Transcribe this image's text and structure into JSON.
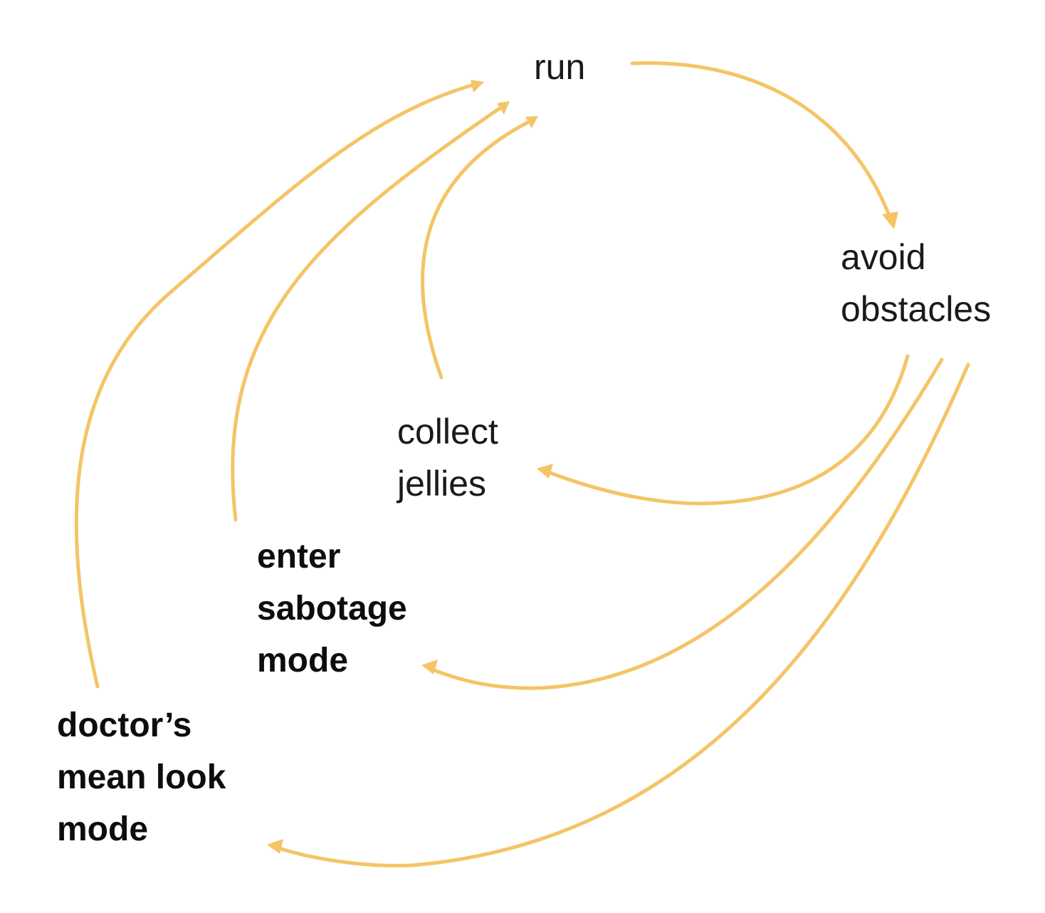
{
  "diagram": {
    "edge_color": "#F4C466",
    "nodes": {
      "run": {
        "lines": [
          "run"
        ]
      },
      "avoid_obstacles": {
        "lines": [
          "avoid",
          "obstacles"
        ]
      },
      "collect_jellies": {
        "lines": [
          "collect",
          "jellies"
        ]
      },
      "enter_sabotage_mode": {
        "lines": [
          "enter",
          "sabotage",
          "mode"
        ]
      },
      "doctors_mean_look_mode": {
        "lines": [
          "doctor’s",
          "mean look",
          "mode"
        ]
      }
    },
    "edges": [
      {
        "from": "run",
        "to": "avoid_obstacles"
      },
      {
        "from": "avoid_obstacles",
        "to": "collect_jellies"
      },
      {
        "from": "avoid_obstacles",
        "to": "enter_sabotage_mode"
      },
      {
        "from": "avoid_obstacles",
        "to": "doctors_mean_look_mode"
      },
      {
        "from": "collect_jellies",
        "to": "run"
      },
      {
        "from": "enter_sabotage_mode",
        "to": "run"
      },
      {
        "from": "doctors_mean_look_mode",
        "to": "run"
      }
    ]
  }
}
